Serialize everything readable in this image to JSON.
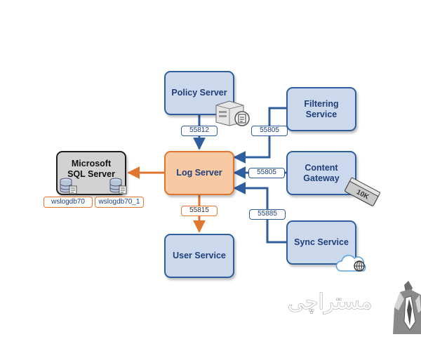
{
  "nodes": {
    "policy_server": "Policy Server",
    "filtering_service": "Filtering\nService",
    "log_server": "Log Server",
    "sql_server": "Microsoft\nSQL Server",
    "content_gateway": "Content\nGateway",
    "user_service": "User Service",
    "sync_service": "Sync Service"
  },
  "ports": {
    "policy_to_log": "55812",
    "filtering_to_log": "55805",
    "gateway_to_log": "55805",
    "log_to_user": "55815",
    "sync_to_log": "55885"
  },
  "databases": [
    "wslogdb70",
    "wslogdb70_1"
  ],
  "appliance_label": "10K",
  "watermark_text": "مستراچی",
  "colors": {
    "blue_border": "#2f5e9e",
    "blue_fill": "#ccd9ec",
    "orange_border": "#e0752f",
    "orange_fill": "#f8caa4",
    "gray_fill": "#d2d2d2"
  }
}
